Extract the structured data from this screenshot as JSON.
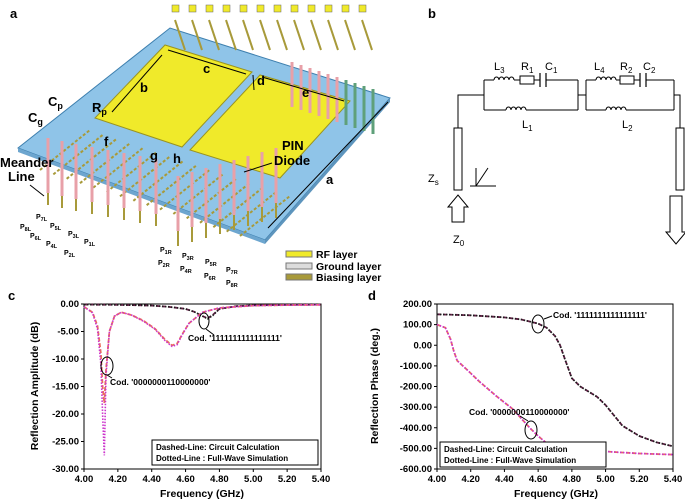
{
  "panels": {
    "a": {
      "label": "a",
      "dims": [
        "b",
        "c",
        "d",
        "e",
        "f",
        "g",
        "h",
        "a"
      ],
      "cp": "C",
      "cp_sub": "p",
      "cg": "C",
      "cg_sub": "g",
      "rp": "R",
      "rp_sub": "p",
      "meander_1": "Meander",
      "meander_2": "Line",
      "pin_1": "PIN",
      "pin_2": "Diode",
      "ports_left": [
        {
          "p": "P",
          "s": "8L"
        },
        {
          "p": "P",
          "s": "7L"
        },
        {
          "p": "P",
          "s": "6L"
        },
        {
          "p": "P",
          "s": "5L"
        },
        {
          "p": "P",
          "s": "4L"
        },
        {
          "p": "P",
          "s": "3L"
        },
        {
          "p": "P",
          "s": "2L"
        },
        {
          "p": "P",
          "s": "1L"
        }
      ],
      "ports_right": [
        {
          "p": "P",
          "s": "1R"
        },
        {
          "p": "P",
          "s": "2R"
        },
        {
          "p": "P",
          "s": "3R"
        },
        {
          "p": "P",
          "s": "4R"
        },
        {
          "p": "P",
          "s": "5R"
        },
        {
          "p": "P",
          "s": "6R"
        },
        {
          "p": "P",
          "s": "7R"
        },
        {
          "p": "P",
          "s": "8R"
        }
      ],
      "legend": [
        "RF layer",
        "Ground layer",
        "Biasing layer"
      ],
      "colors": {
        "rf": "#f0ea2a",
        "ground": "#8fc4e8",
        "bias": "#a89a3a"
      }
    },
    "b": {
      "label": "b",
      "parts": [
        {
          "n": "L",
          "s": "3"
        },
        {
          "n": "R",
          "s": "1"
        },
        {
          "n": "C",
          "s": "1"
        },
        {
          "n": "L",
          "s": "1"
        },
        {
          "n": "L",
          "s": "4"
        },
        {
          "n": "R",
          "s": "2"
        },
        {
          "n": "C",
          "s": "2"
        },
        {
          "n": "L",
          "s": "2"
        }
      ],
      "zs": {
        "n": "Z",
        "s": "s"
      },
      "z0": {
        "n": "Z",
        "s": "0"
      }
    },
    "c": {
      "label": "c",
      "ann_state1": "Cod. '1111111111111111'",
      "ann_state2": "Cod. '0000000110000000'",
      "legend_1": "Dashed-Line: Circuit Calculation",
      "legend_2": "Dotted-Line : Full-Wave Simulation"
    },
    "d": {
      "label": "d",
      "ann_state1": "Cod. '1111111111111111'",
      "ann_state2": "Cod. '0000000110000000'",
      "legend_1": "Dashed-Line: Circuit Calculation",
      "legend_2": "Dotted-Line : Full-Wave Simulation"
    }
  },
  "chart_data": [
    {
      "type": "line",
      "xlabel": "Frequency (GHz)",
      "ylabel": "Reflection Amplitude (dB)",
      "xlim": [
        4.0,
        5.4
      ],
      "ylim": [
        -30,
        0
      ],
      "xticks": [
        "4.00",
        "4.20",
        "4.40",
        "4.60",
        "4.80",
        "5.00",
        "5.20",
        "5.40"
      ],
      "yticks": [
        "0.00",
        "-5.00",
        "-10.00",
        "-15.00",
        "-20.00",
        "-25.00",
        "-30.00"
      ],
      "series": [
        {
          "color": "#6a1f4a",
          "style": "dashed",
          "x": [
            4.0,
            4.2,
            4.4,
            4.5,
            4.6,
            4.65,
            4.7,
            4.73,
            4.76,
            4.8,
            4.9,
            5.0,
            5.2,
            5.4
          ],
          "y": [
            -0.1,
            -0.15,
            -0.3,
            -0.5,
            -0.9,
            -1.4,
            -2.2,
            -2.6,
            -2.0,
            -0.9,
            -0.4,
            -0.25,
            -0.15,
            -0.1
          ]
        },
        {
          "color": "#1c1c1c",
          "style": "dotted",
          "x": [
            4.0,
            4.2,
            4.4,
            4.5,
            4.6,
            4.65,
            4.7,
            4.73,
            4.76,
            4.8,
            4.9,
            5.0,
            5.2,
            5.4
          ],
          "y": [
            -0.1,
            -0.15,
            -0.3,
            -0.5,
            -0.9,
            -1.4,
            -2.2,
            -2.7,
            -2.1,
            -0.9,
            -0.4,
            -0.25,
            -0.15,
            -0.1
          ]
        },
        {
          "color": "#e9705a",
          "style": "dashed",
          "x": [
            4.0,
            4.05,
            4.08,
            4.1,
            4.11,
            4.12,
            4.13,
            4.15,
            4.18,
            4.22,
            4.28,
            4.35,
            4.42,
            4.48,
            4.52,
            4.55,
            4.58,
            4.62,
            4.7,
            4.8,
            5.0,
            5.2,
            5.4
          ],
          "y": [
            -0.5,
            -1.5,
            -4,
            -9,
            -15,
            -18,
            -12,
            -5,
            -2.2,
            -1.5,
            -2,
            -3,
            -4.5,
            -6.5,
            -7.5,
            -7.2,
            -5.5,
            -3.5,
            -1.5,
            -0.7,
            -0.3,
            -0.2,
            -0.15
          ]
        },
        {
          "color": "#cc33cc",
          "style": "dotted",
          "x": [
            4.0,
            4.05,
            4.08,
            4.1,
            4.11,
            4.12,
            4.13,
            4.15,
            4.18,
            4.22,
            4.28,
            4.35,
            4.42,
            4.48,
            4.52,
            4.55,
            4.58,
            4.62,
            4.7,
            4.8,
            5.0,
            5.2,
            5.4
          ],
          "y": [
            -0.5,
            -1.6,
            -4.5,
            -11,
            -20,
            -27.5,
            -13,
            -5,
            -2.2,
            -1.5,
            -2,
            -3.1,
            -4.6,
            -6.7,
            -7.7,
            -7.4,
            -5.6,
            -3.5,
            -1.5,
            -0.7,
            -0.3,
            -0.2,
            -0.15
          ]
        }
      ]
    },
    {
      "type": "line",
      "xlabel": "Frequency (GHz)",
      "ylabel": "Reflection Phase (deg.)",
      "xlim": [
        4.0,
        5.4
      ],
      "ylim": [
        -600,
        200
      ],
      "xticks": [
        "4.00",
        "4.20",
        "4.40",
        "4.60",
        "4.80",
        "5.00",
        "5.20",
        "5.40"
      ],
      "yticks": [
        "200.00",
        "100.00",
        "0.00",
        "-100.00",
        "-200.00",
        "-300.00",
        "-400.00",
        "-500.00",
        "-600.00"
      ],
      "series": [
        {
          "color": "#6a1f4a",
          "style": "dashed",
          "x": [
            4.0,
            4.2,
            4.4,
            4.5,
            4.6,
            4.65,
            4.7,
            4.73,
            4.76,
            4.8,
            4.85,
            4.9,
            4.95,
            5.0,
            5.05,
            5.1,
            5.2,
            5.3,
            5.4
          ],
          "y": [
            150,
            145,
            135,
            125,
            105,
            85,
            45,
            0,
            -70,
            -160,
            -200,
            -225,
            -250,
            -290,
            -340,
            -390,
            -440,
            -470,
            -490
          ]
        },
        {
          "color": "#1c1c1c",
          "style": "dotted",
          "x": [
            4.0,
            4.2,
            4.4,
            4.5,
            4.6,
            4.65,
            4.7,
            4.73,
            4.76,
            4.8,
            4.85,
            4.9,
            4.95,
            5.0,
            5.05,
            5.1,
            5.2,
            5.3,
            5.4
          ],
          "y": [
            150,
            145,
            135,
            125,
            105,
            85,
            45,
            0,
            -70,
            -160,
            -200,
            -225,
            -250,
            -290,
            -340,
            -390,
            -440,
            -470,
            -490
          ]
        },
        {
          "color": "#e9705a",
          "style": "dashed",
          "x": [
            4.0,
            4.05,
            4.08,
            4.1,
            4.12,
            4.14,
            4.18,
            4.25,
            4.35,
            4.45,
            4.5,
            4.55,
            4.6,
            4.65,
            4.8,
            5.0,
            5.2,
            5.4
          ],
          "y": [
            100,
            85,
            30,
            -30,
            -75,
            -90,
            -120,
            -175,
            -245,
            -310,
            -355,
            -400,
            -440,
            -475,
            -500,
            -515,
            -525,
            -530
          ]
        },
        {
          "color": "#cc33cc",
          "style": "dotted",
          "x": [
            4.0,
            4.05,
            4.08,
            4.1,
            4.12,
            4.14,
            4.18,
            4.25,
            4.35,
            4.45,
            4.5,
            4.55,
            4.6,
            4.65,
            4.8,
            5.0,
            5.2,
            5.4
          ],
          "y": [
            100,
            85,
            30,
            -30,
            -75,
            -90,
            -120,
            -175,
            -245,
            -310,
            -355,
            -400,
            -440,
            -475,
            -500,
            -515,
            -525,
            -530
          ]
        }
      ]
    }
  ]
}
